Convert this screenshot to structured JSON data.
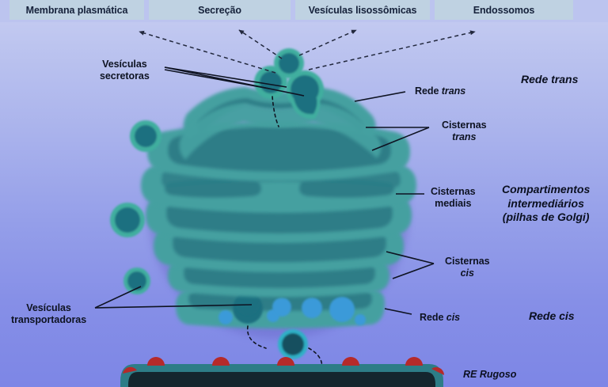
{
  "header": {
    "tabs": [
      {
        "label": "Membrana plasmática"
      },
      {
        "label": "Secreção"
      },
      {
        "label": "Vesículas lisossômicas"
      },
      {
        "label": "Endossomos"
      }
    ]
  },
  "labels": {
    "secretory_vesicles": {
      "line1": "Vesículas",
      "line2": "secretoras"
    },
    "trans_network": {
      "pre": "Rede ",
      "em": "trans"
    },
    "trans_cisternae": {
      "line1": "Cisternas",
      "em": "trans"
    },
    "medial_cisternae": {
      "line1": "Cisternas",
      "line2": "mediais"
    },
    "cis_cisternae": {
      "line1": "Cisternas",
      "em": "cis"
    },
    "cis_network": {
      "pre": "Rede ",
      "em": "cis"
    },
    "transport_vesicles": {
      "line1": "Vesículas",
      "line2": "transportadoras"
    },
    "rough_er": {
      "text": "RE Rugoso"
    }
  },
  "zones": {
    "trans": {
      "text": "Rede trans"
    },
    "intermediate": {
      "line1": "Compartimentos",
      "line2": "intermediários",
      "line3": "(pilhas de Golgi)"
    },
    "cis": {
      "text": "Rede cis"
    }
  },
  "colors": {
    "background_top": "#c8cef2",
    "background_bottom": "#7d86e6",
    "tab_fill": "#bfd2e2",
    "cisterna_outer": "#45a0a0",
    "cisterna_inner": "#2d7d87",
    "vesicle_ring": "#3fae9f",
    "vesicle_core": "#1f6f80",
    "cis_blue_vesicle": "#3a9ad9",
    "er_body": "#14262e",
    "er_rim": "#2d7d87",
    "ribosome": "#b52a2a",
    "leader_line": "#0e1322",
    "text": "#0e1322"
  }
}
